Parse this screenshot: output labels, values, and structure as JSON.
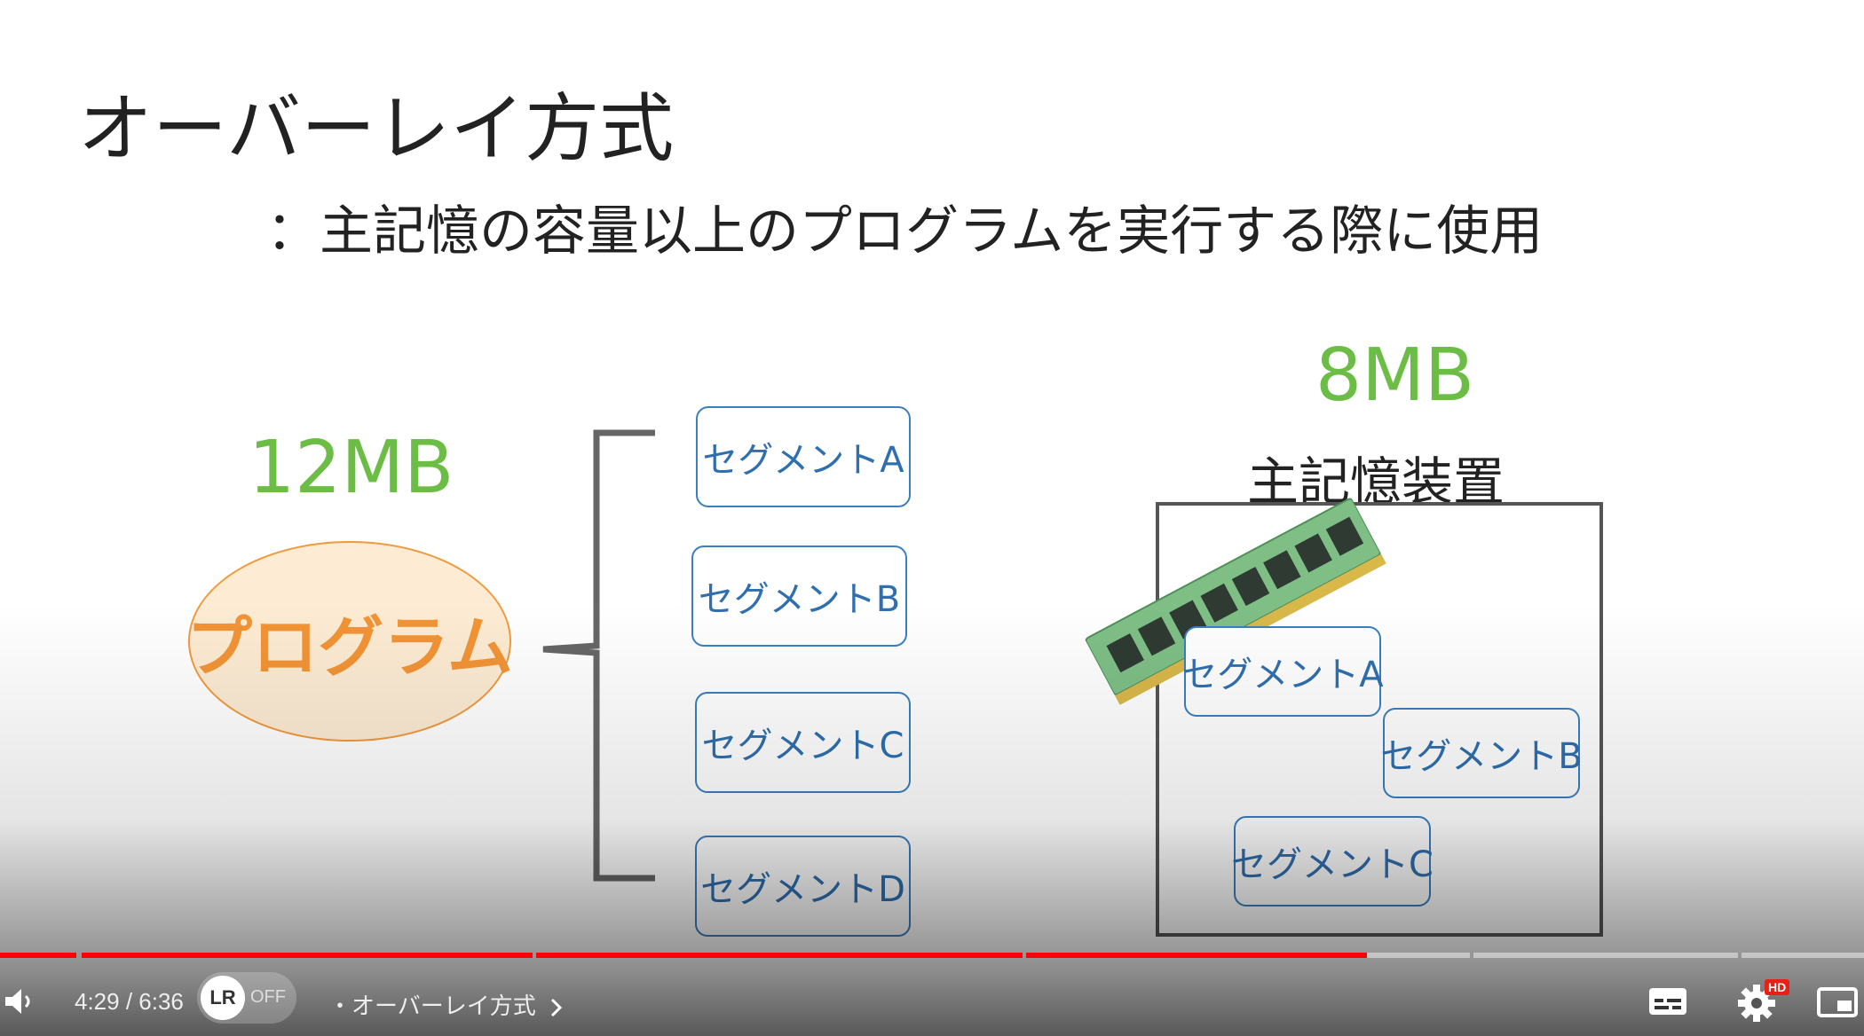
{
  "slide": {
    "title": "オーバーレイ方式",
    "subtitle": "：主記憶の容量以上のプログラムを実行する際に使用",
    "program_size": "12MB",
    "program_label": "プログラム",
    "segments": [
      "セグメントA",
      "セグメントB",
      "セグメントC",
      "セグメントD"
    ],
    "memory_size": "8MB",
    "memory_label": "主記憶装置",
    "memory_segments": [
      "セグメントA",
      "セグメントB",
      "セグメントC"
    ]
  },
  "player": {
    "time": "4:29 / 6:36",
    "lr_logo": "LR",
    "lr_state": "OFF",
    "chapter_title": "・オーバーレイ方式",
    "hd_badge": "HD",
    "progress_fraction": 0.678,
    "icons": [
      "volume-icon",
      "lr-toggle-icon",
      "chevron-right-icon",
      "subtitles-icon",
      "settings-icon",
      "miniplayer-icon"
    ],
    "colors": {
      "progress": "#ff0000",
      "size_label": "#6cbd45",
      "program": "#f29435",
      "segment": "#2f6fb0"
    }
  }
}
